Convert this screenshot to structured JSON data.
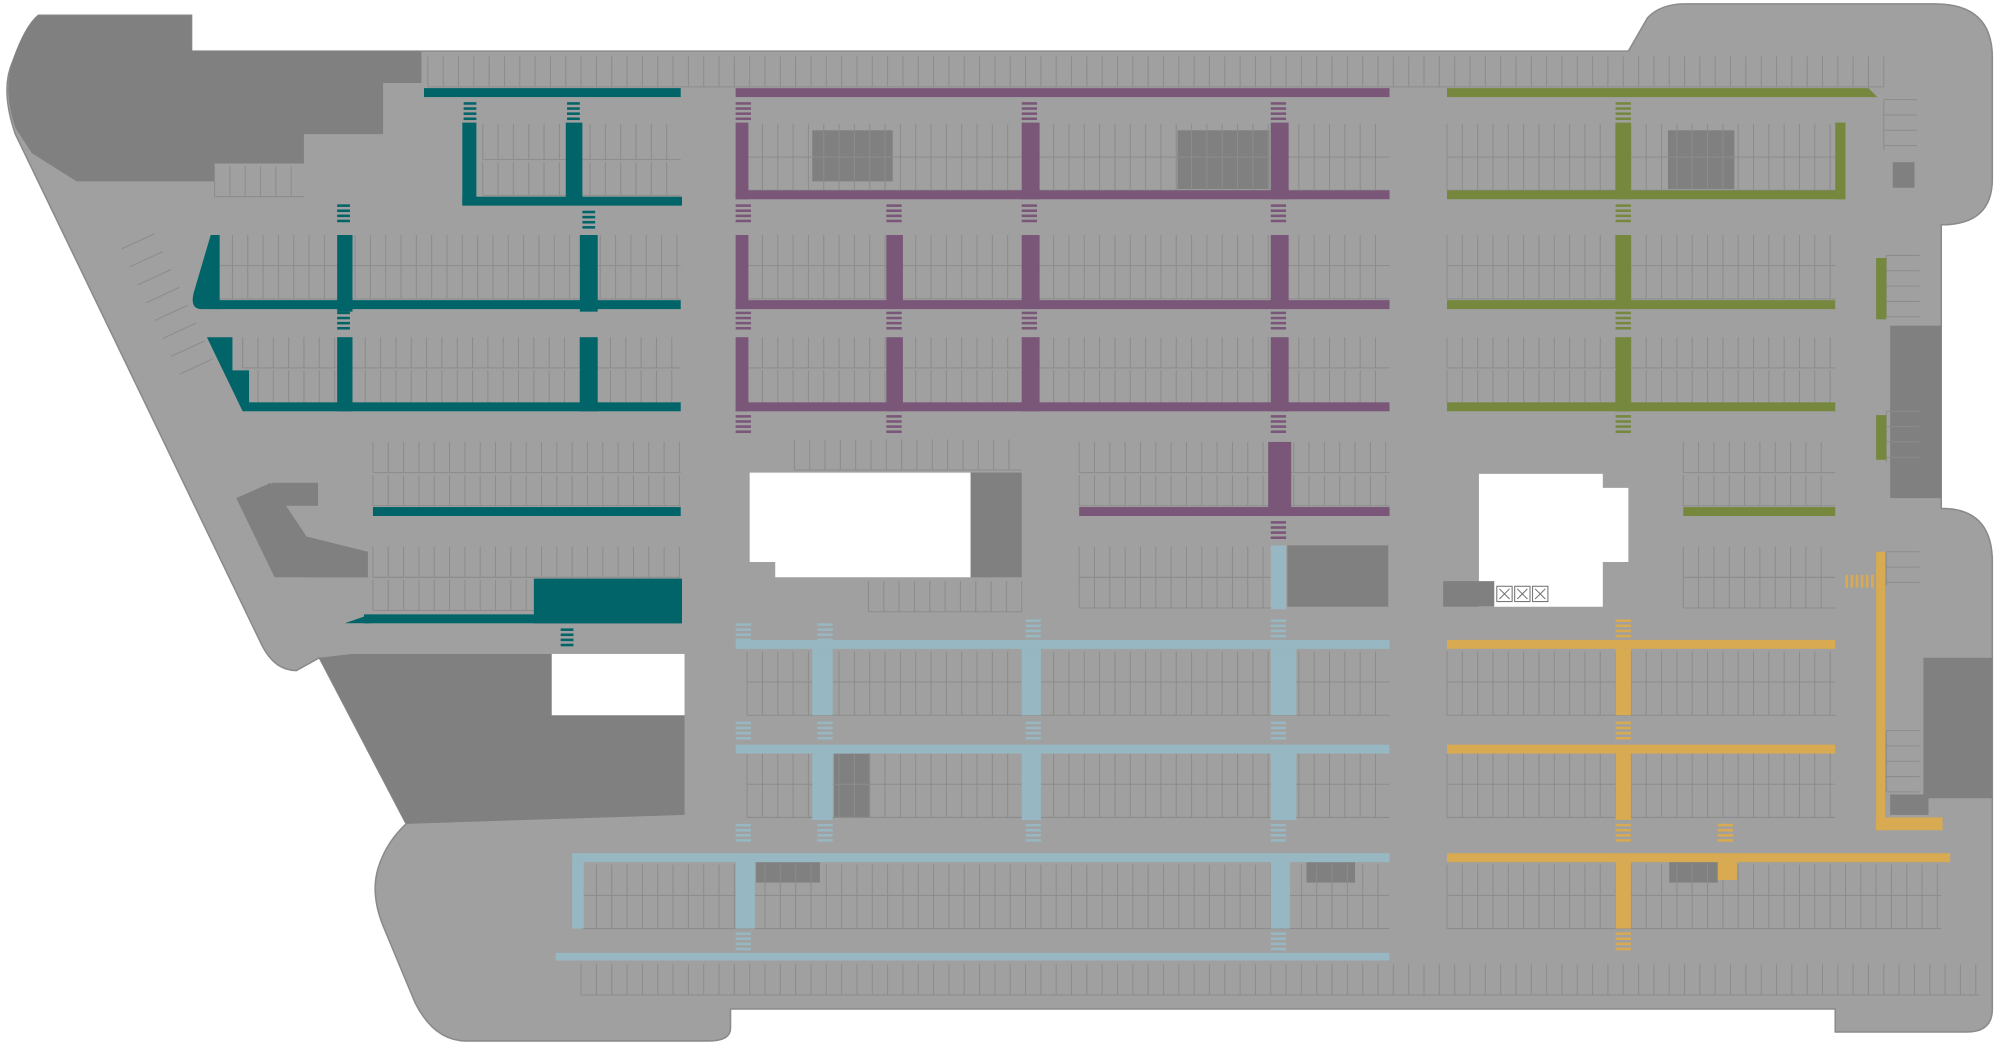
{
  "map": {
    "type": "parking-lot-floor-plan",
    "colors": {
      "background": "#ffffff",
      "lot_surface": "#a0a0a0",
      "lot_outline": "#8a8a8a",
      "building": "#808080",
      "stall_lines": "#8c8c8c",
      "empty_area": "#ffffff"
    },
    "zones": [
      {
        "id": "teal",
        "color": "#006468"
      },
      {
        "id": "purple",
        "color": "#7a5678"
      },
      {
        "id": "olive",
        "color": "#76883e"
      },
      {
        "id": "light-blue",
        "color": "#97b8c2"
      },
      {
        "id": "yellow",
        "color": "#d8aa52"
      }
    ],
    "icons": [
      "pay-station-icon",
      "pay-station-icon",
      "pay-station-icon"
    ]
  }
}
